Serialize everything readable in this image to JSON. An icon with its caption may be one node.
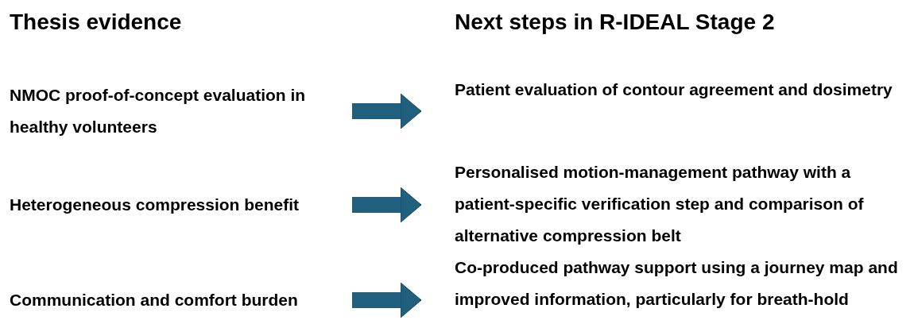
{
  "diagram": {
    "nodes": [
      {
        "text": [
          "NMOC proof-of-concept evaluation in healthy volunteers"
        ]
      },
      {
        "text": [
          "Patient evaluation of contour agreement and dosimetry"
        ]
      },
      {
        "text": [
          "Heterogeneous compression benefit"
        ]
      },
      {
        "text": [
          "Personalised motion-management pathway with a patient-specific verification step and comparison of alternative compression belt"
        ]
      },
      {
        "text": [
          "Communication and comfort burden"
        ]
      },
      {
        "text": [
          "Co-produced pathway support using a journey map and improved information, particularly for breath-hold"
        ]
      }
    ],
    "edges": [
      {
        "from": 0,
        "to": 1,
        "arrow": "to"
      },
      {
        "from": 2,
        "to": 3,
        "arrow": "to"
      },
      {
        "from": 4,
        "to": 5,
        "arrow": "to"
      }
    ],
    "labels": [
      "Thesis evidence",
      "Next steps in R-IDEAL Stage 2"
    ]
  }
}
